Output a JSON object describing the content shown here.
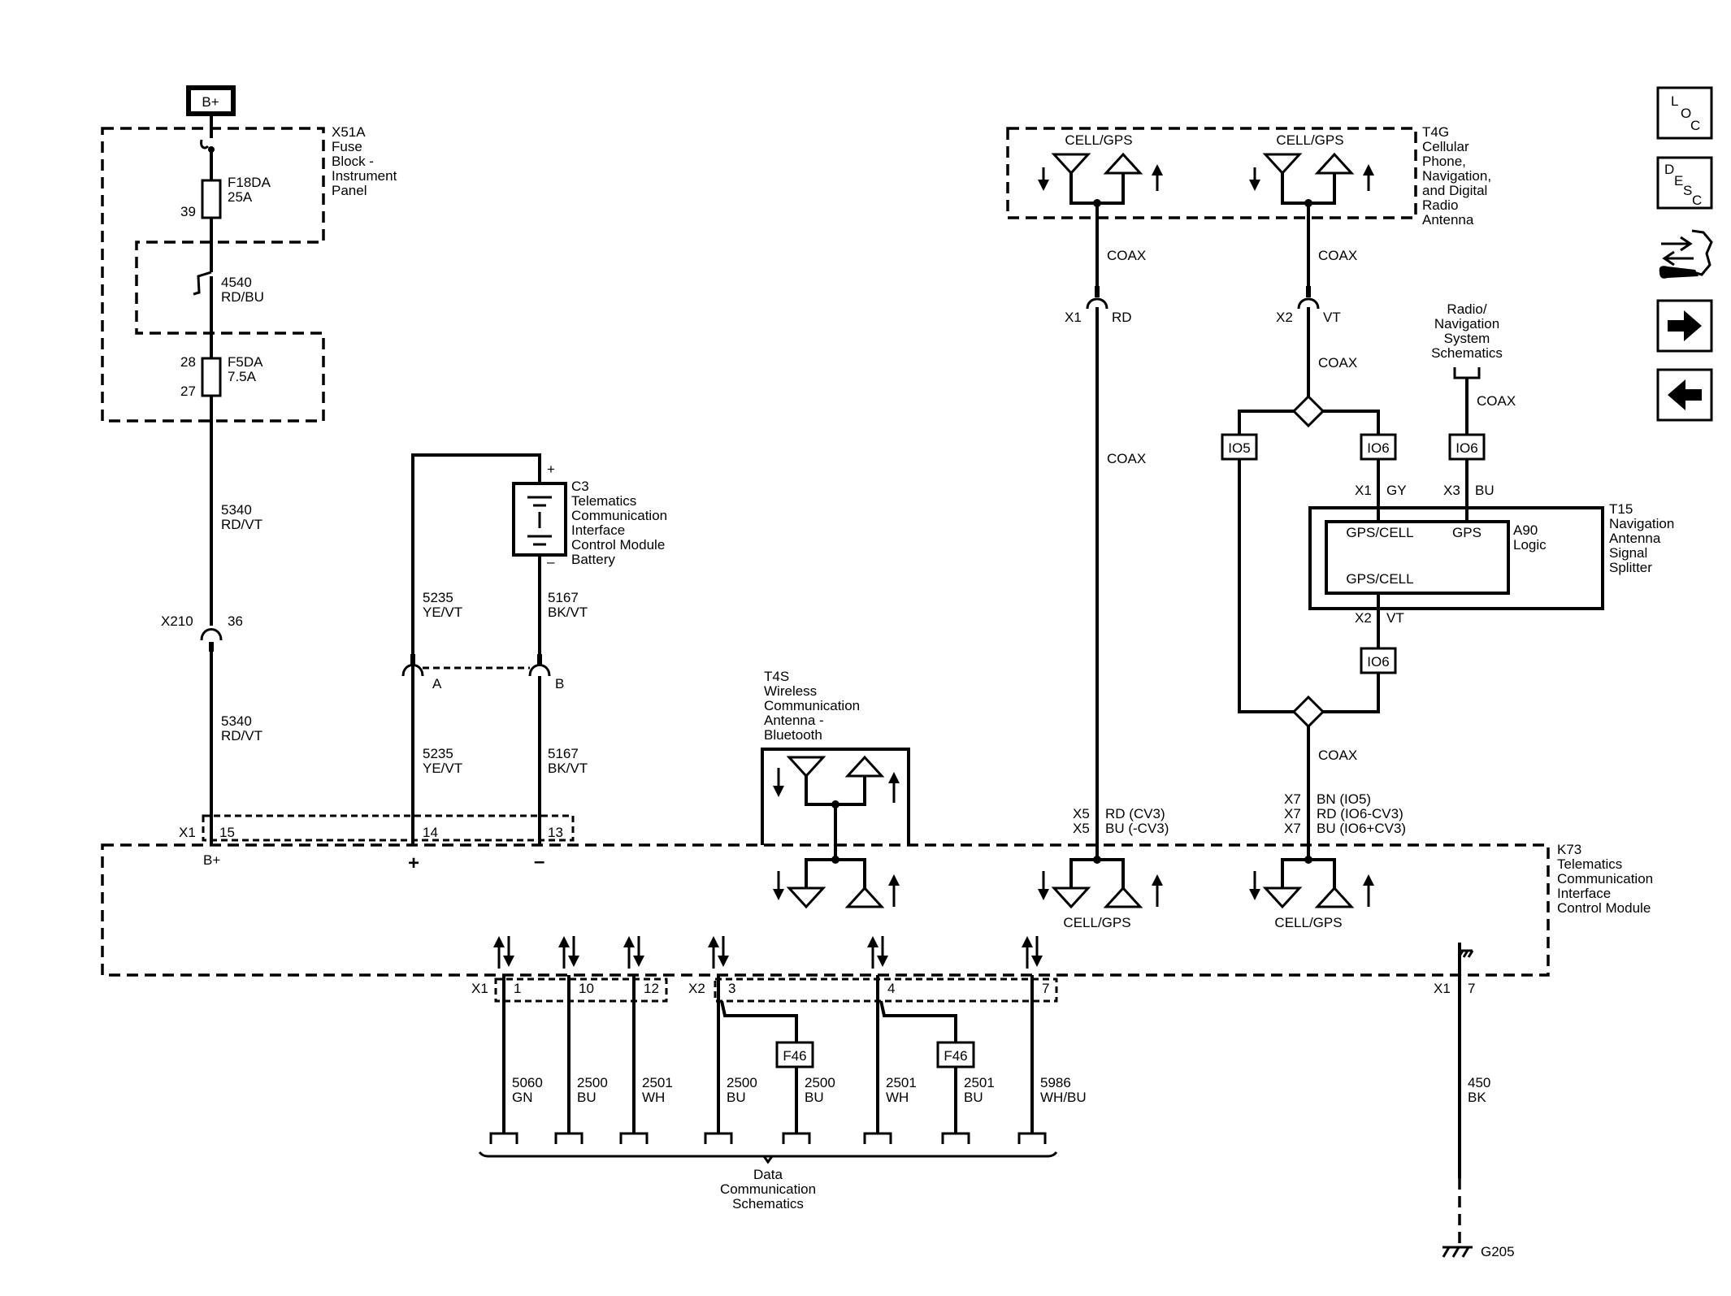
{
  "power": {
    "source": "B+"
  },
  "x51a": {
    "id": "X51A",
    "name_lines": [
      "Fuse",
      "Block -",
      "Instrument",
      "Panel"
    ],
    "fuse1": {
      "id": "F18DA",
      "rating": "25A",
      "pin": "39"
    },
    "fuse2": {
      "id": "F5DA",
      "rating": "7.5A",
      "pin_in": "28",
      "pin_out": "27"
    }
  },
  "wire_4540": {
    "circuit": "4540",
    "color": "RD/BU"
  },
  "wire_5340_upper": {
    "circuit": "5340",
    "color": "RD/VT"
  },
  "x210": {
    "id": "X210",
    "pin": "36"
  },
  "wire_5340_lower": {
    "circuit": "5340",
    "color": "RD/VT"
  },
  "c3": {
    "id": "C3",
    "name_lines": [
      "Telematics",
      "Communication",
      "Interface",
      "Control Module",
      "Battery"
    ],
    "plus": "+",
    "minus": "–"
  },
  "wire_5235_upper": {
    "circuit": "5235",
    "color": "YE/VT"
  },
  "wire_5167_upper": {
    "circuit": "5167",
    "color": "BK/VT"
  },
  "inline_connector": {
    "pin_a": "A",
    "pin_b": "B"
  },
  "wire_5235_lower": {
    "circuit": "5235",
    "color": "YE/VT"
  },
  "wire_5167_lower": {
    "circuit": "5167",
    "color": "BK/VT"
  },
  "k73_top_pins": {
    "x1": "X1",
    "p15": "15",
    "p14": "14",
    "p13": "13",
    "bplus": "B+",
    "plus": "+",
    "minus": "–"
  },
  "t4s": {
    "id": "T4S",
    "name_lines": [
      "Wireless",
      "Communication",
      "Antenna -",
      "Bluetooth"
    ]
  },
  "t4g": {
    "id": "T4G",
    "name_lines": [
      "Cellular",
      "Phone,",
      "Navigation,",
      "and Digital",
      "Radio",
      "Antenna"
    ],
    "ant1": "CELL/GPS",
    "ant2": "CELL/GPS"
  },
  "coax": "COAX",
  "x1_rd": {
    "conn": "X1",
    "color": "RD"
  },
  "x2_vt": {
    "conn": "X2",
    "color": "VT"
  },
  "radio_ref": {
    "lines": [
      "Radio/",
      "Navigation",
      "System",
      "Schematics"
    ]
  },
  "io": {
    "io5": "IO5",
    "io6": "IO6"
  },
  "t15": {
    "id": "T15",
    "name_lines": [
      "Navigation",
      "Antenna",
      "Signal",
      "Splitter"
    ],
    "x1": "X1",
    "gy": "GY",
    "x3": "X3",
    "bu": "BU",
    "x2": "X2",
    "vt": "VT"
  },
  "a90": {
    "id": "A90",
    "sub": "Logic",
    "gps_cell_top": "GPS/CELL",
    "gps": "GPS",
    "gps_cell_bottom": "GPS/CELL"
  },
  "x5": {
    "conn": "X5",
    "line1": "RD (CV3)",
    "line2": "BU (-CV3)"
  },
  "x7": {
    "conn": "X7",
    "line1": "BN (IO5)",
    "line2": "RD (IO6-CV3)",
    "line3": "BU (IO6+CV3)"
  },
  "k73": {
    "id": "K73",
    "name_lines": [
      "Telematics",
      "Communication",
      "Interface",
      "Control Module"
    ],
    "ant1": "CELL/GPS",
    "ant2": "CELL/GPS"
  },
  "k73_bottom_pins": {
    "x1": "X1",
    "p1": "1",
    "p10": "10",
    "p12": "12",
    "x2": "X2",
    "p3": "3",
    "p4": "4",
    "p7": "7",
    "x1_gnd": "X1",
    "p7_gnd": "7"
  },
  "bottom_wires": [
    {
      "circuit": "5060",
      "color": "GN"
    },
    {
      "circuit": "2500",
      "color": "BU"
    },
    {
      "circuit": "2501",
      "color": "WH"
    },
    {
      "circuit": "2500",
      "color": "BU"
    },
    {
      "circuit": "2500",
      "color": "BU"
    },
    {
      "circuit": "2501",
      "color": "WH"
    },
    {
      "circuit": "2501",
      "color": "BU"
    },
    {
      "circuit": "5986",
      "color": "WH/BU"
    }
  ],
  "f46": "F46",
  "data_comm": {
    "lines": [
      "Data",
      "Communication",
      "Schematics"
    ]
  },
  "ground_wire": {
    "circuit": "450",
    "color": "BK"
  },
  "ground": {
    "id": "G205"
  },
  "nav": {
    "loc": [
      "L",
      "O",
      "C"
    ],
    "desc": [
      "D",
      "E",
      "S",
      "C"
    ],
    "icons": [
      "component-connector-icon",
      "next-arrow-icon",
      "previous-arrow-icon"
    ]
  }
}
